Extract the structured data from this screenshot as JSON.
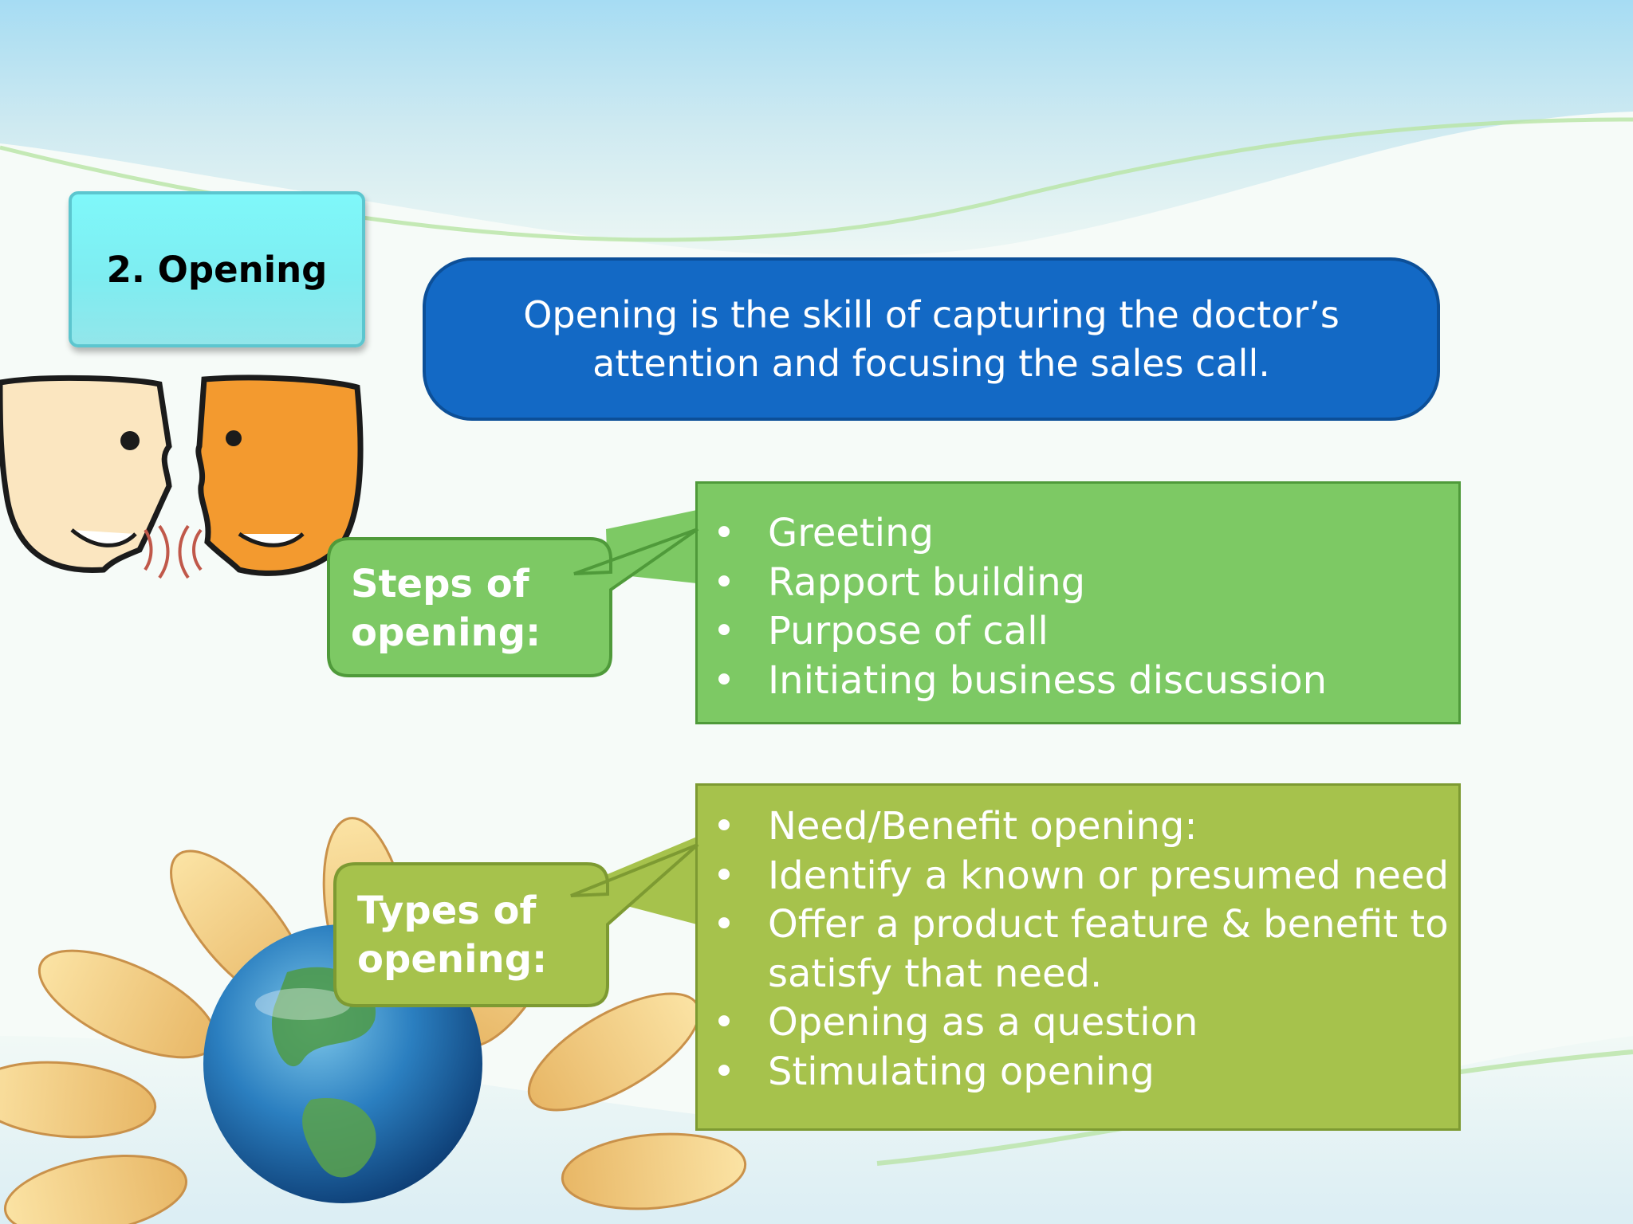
{
  "title": "2. Opening",
  "definition": {
    "line1": "Opening is the skill of capturing the doctor’s",
    "line2": "attention and focusing the sales call."
  },
  "steps": {
    "label_line1": "Steps of",
    "label_line2": "opening:",
    "items": [
      "Greeting",
      "Rapport building",
      "Purpose of call",
      "Initiating business discussion"
    ]
  },
  "types": {
    "label_line1": "Types of",
    "label_line2": "opening:",
    "items": [
      "Need/Benefit opening:",
      "Identify a known or presumed need",
      "Offer a product feature & benefit to",
      "satisfy that need.",
      "Opening as a question",
      "Stimulating opening"
    ]
  },
  "bullet_char": "•",
  "colors": {
    "title_bg": "#7ff8fa",
    "definition_bg": "#1369c5",
    "steps_bg": "#7dc964",
    "types_bg": "#a6c24c"
  },
  "icons": [
    "two-faces-talking-illustration",
    "earth-in-sunflower-illustration"
  ]
}
